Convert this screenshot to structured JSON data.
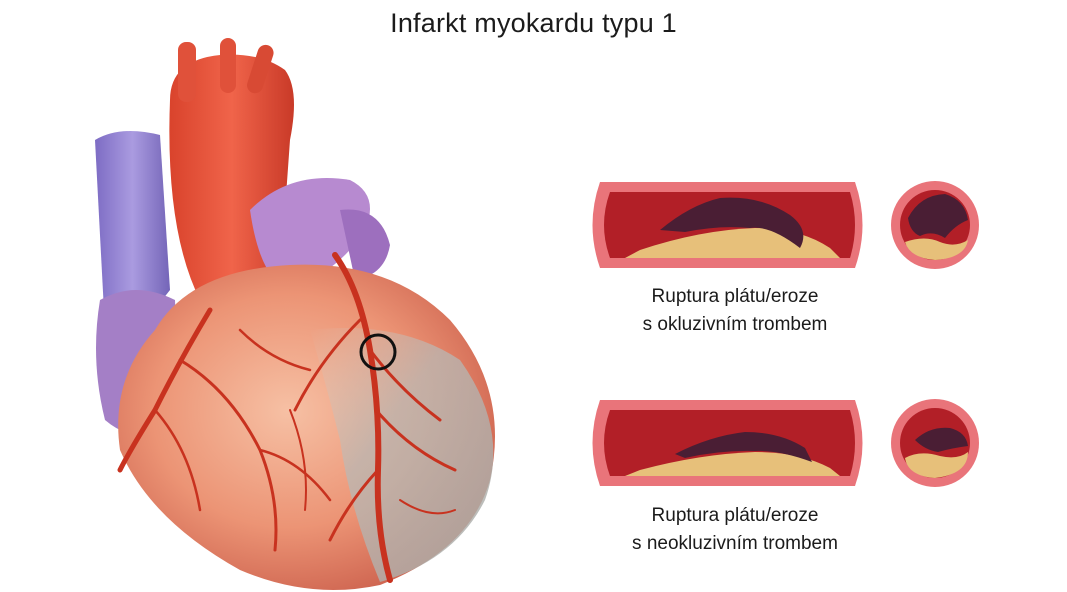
{
  "title": "Infarkt myokardu typu 1",
  "panels": [
    {
      "caption_line1": "Ruptura plátu/eroze",
      "caption_line2": "s okluzivním trombem"
    },
    {
      "caption_line1": "Ruptura plátu/eroze",
      "caption_line2": "s neokluzivním trombem"
    }
  ],
  "colors": {
    "artery_wall": "#e9747a",
    "artery_lumen": "#b21f27",
    "plaque": "#e7c07a",
    "thrombus": "#4a1e34",
    "heart_muscle": "#e98a6c",
    "coronary": "#c8321f",
    "vein": "#9b88d6"
  }
}
